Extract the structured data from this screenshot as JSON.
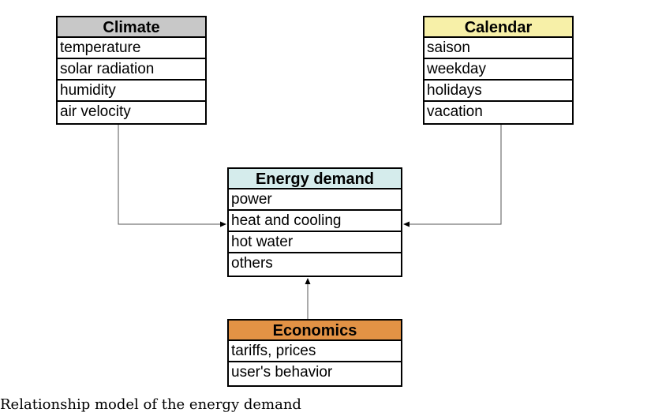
{
  "boxes": {
    "climate": {
      "title": "Climate",
      "header_color": "#c8c8c8",
      "items": [
        "temperature",
        "solar radiation",
        "humidity",
        "air velocity"
      ]
    },
    "calendar": {
      "title": "Calendar",
      "header_color": "#f7f0a8",
      "items": [
        "saison",
        "weekday",
        "holidays",
        "vacation"
      ]
    },
    "energy": {
      "title": "Energy demand",
      "header_color": "#d5ecec",
      "items": [
        "power",
        "heat and cooling",
        "hot water",
        "others"
      ]
    },
    "economics": {
      "title": "Economics",
      "header_color": "#e29245",
      "items": [
        "tariffs, prices",
        "user's behavior"
      ]
    }
  },
  "caption": "Relationship model of the energy demand",
  "connector_color": "#555555"
}
